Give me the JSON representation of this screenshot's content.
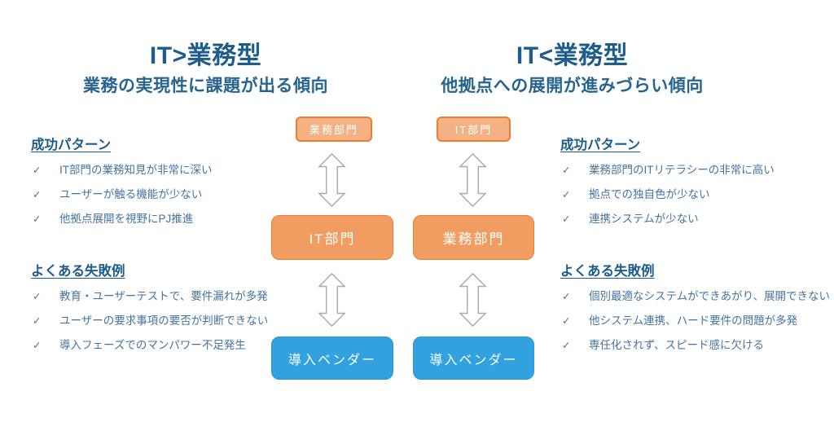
{
  "left_section": {
    "title": "IT>業務型",
    "subtitle": "業務の実現性に課題が出る傾向",
    "success": {
      "heading": "成功パターン",
      "items": [
        "IT部門の業務知見が非常に深い",
        "ユーザーが触る機能が少ない",
        "他拠点展開を視野にPJ推進"
      ]
    },
    "failure": {
      "heading": "よくある失敗例",
      "items": [
        "教育・ユーザーテストで、要件漏れが多発",
        "ユーザーの要求事項の要否が判断できない",
        "導入フェーズでのマンパワー不足発生"
      ]
    },
    "diagram": {
      "top_box": "業務部門",
      "middle_box": "IT部門",
      "bottom_box": "導入ベンダー"
    }
  },
  "right_section": {
    "title": "IT<業務型",
    "subtitle": "他拠点への展開が進みづらい傾向",
    "success": {
      "heading": "成功パターン",
      "items": [
        "業務部門のITリテラシーの非常に高い",
        "拠点での独自色が少ない",
        "連携システムが少ない"
      ]
    },
    "failure": {
      "heading": "よくある失敗例",
      "items": [
        "個別最適なシステムができあがり、展開できない",
        "他システム連携、ハード要件の問題が多発",
        "専任化されず、スピード感に欠ける"
      ]
    },
    "diagram": {
      "top_box": "IT部門",
      "middle_box": "業務部門",
      "bottom_box": "導入ベンダー"
    }
  },
  "icons": {
    "checkmark": "✓"
  },
  "colors": {
    "title_blue": "#1E5C8C",
    "body_blue": "#45749F",
    "orange_fill": "#F19C60",
    "orange_light_fill": "#F4B183",
    "orange_border": "#ED7D31",
    "vendor_blue_fill": "#31A2DF",
    "arrow_gray": "#A9A9A9"
  }
}
